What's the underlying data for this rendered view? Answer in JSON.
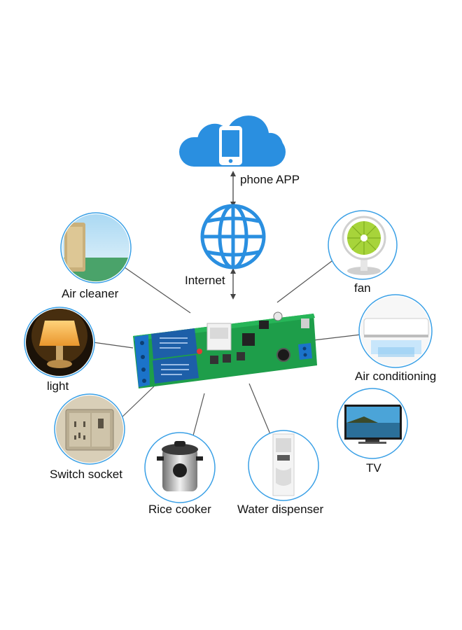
{
  "diagram": {
    "cloud_label": "phone APP",
    "internet_label": "Internet",
    "devices": [
      {
        "id": "air-cleaner",
        "label": "Air cleaner",
        "icon": "air-cleaner-icon"
      },
      {
        "id": "fan",
        "label": "fan",
        "icon": "fan-icon"
      },
      {
        "id": "light",
        "label": "light",
        "icon": "lamp-icon"
      },
      {
        "id": "air-conditioning",
        "label": "Air conditioning",
        "icon": "air-conditioner-icon"
      },
      {
        "id": "switch-socket",
        "label": "Switch socket",
        "icon": "wall-socket-icon"
      },
      {
        "id": "tv",
        "label": "TV",
        "icon": "tv-icon"
      },
      {
        "id": "rice-cooker",
        "label": "Rice cooker",
        "icon": "rice-cooker-icon"
      },
      {
        "id": "water-dispenser",
        "label": "Water dispenser",
        "icon": "water-dispenser-icon"
      }
    ]
  },
  "colors": {
    "accent": "#2a8fe0",
    "circle_border": "#3aa0e6",
    "board_green": "#1e9e4a",
    "relay_blue": "#1d5fa8",
    "terminal_blue": "#1b73c9",
    "connector_line": "#555555"
  }
}
